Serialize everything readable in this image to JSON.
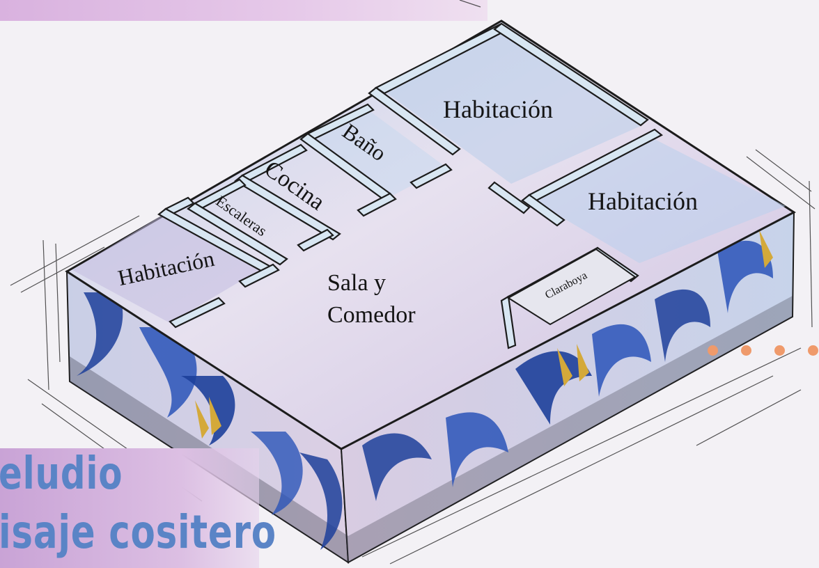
{
  "rooms": {
    "habitacion_top": "Habitación",
    "habitacion_right": "Habitación",
    "habitacion_left": "Habitación",
    "bano": "Baño",
    "cocina": "Cocina",
    "escaleras": "Escaleras",
    "sala_line1": "Sala y",
    "sala_line2": "Comedor",
    "claraboya": "Claraboya"
  },
  "title": {
    "line1": "eludio",
    "line2": "isaje cositero"
  },
  "colors": {
    "title": "#5a84c6",
    "title_box": "#d4b2df",
    "wall_outline": "#1c1c1c",
    "wall_fill": "#d8e6f2",
    "floor_tint": "#d6cfe6",
    "side_base": "#c9cfe4",
    "flower_blue": "#1d3f9a",
    "flower_gold": "#d4a93a",
    "dots": "#ef9a6b"
  }
}
